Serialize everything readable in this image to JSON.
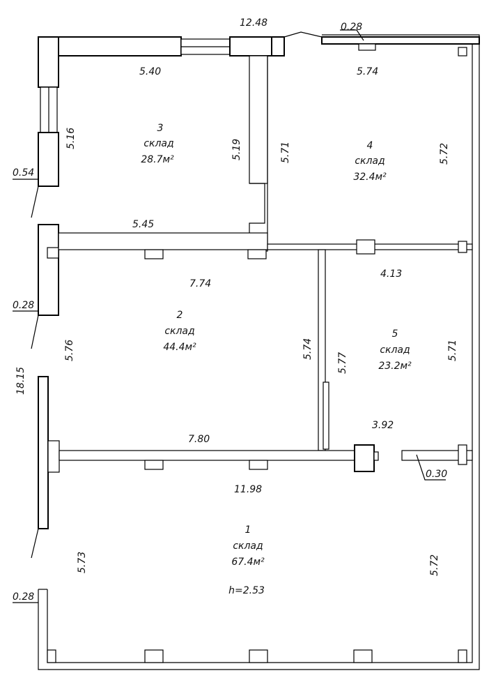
{
  "dimensions": {
    "top_overall": "12.48",
    "left_overall": "18.15",
    "top_wall_thickness": "0.28",
    "left_wall_room3": "0.54",
    "left_wall_room2": "0.28",
    "left_wall_room1": "0.28",
    "opening_room1": "0.30",
    "r3_top": "5.40",
    "r3_left": "5.16",
    "r3_right": "5.19",
    "r3_bottom": "5.45",
    "r4_top": "5.74",
    "r4_left": "5.71",
    "r4_right": "5.72",
    "r2_top": "7.74",
    "r2_left": "5.76",
    "r2_right": "5.74",
    "r2_bottom": "7.80",
    "r5_top": "4.13",
    "r5_left": "5.77",
    "r5_right": "5.71",
    "r5_bottom": "3.92",
    "r1_top": "11.98",
    "r1_left": "5.73",
    "r1_right": "5.72"
  },
  "rooms": [
    {
      "number": "3",
      "name": "склад",
      "area": "28.7м²"
    },
    {
      "number": "4",
      "name": "склад",
      "area": "32.4м²"
    },
    {
      "number": "2",
      "name": "склад",
      "area": "44.4м²"
    },
    {
      "number": "5",
      "name": "склад",
      "area": "23.2м²"
    },
    {
      "number": "1",
      "name": "склад",
      "area": "67.4м²",
      "height": "h=2.53"
    }
  ]
}
